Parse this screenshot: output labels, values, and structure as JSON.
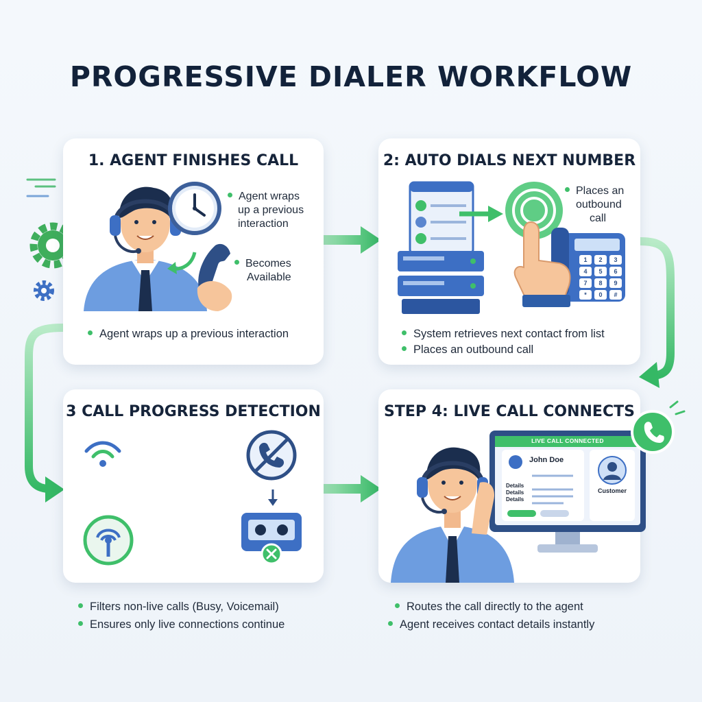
{
  "title": "PROGRESSIVE DIALER WORKFLOW",
  "steps": [
    {
      "title": "1. AGENT FINISHES CALL",
      "side_notes": [
        "Agent wraps",
        "up a previous",
        "interaction",
        "Becomes",
        "Available"
      ],
      "bullets": [
        "Agent wraps up a previous interaction"
      ]
    },
    {
      "title": "2: AUTO DIALS NEXT NUMBER",
      "side_notes": [
        "Places an",
        "outbound",
        "call"
      ],
      "keypad": [
        "1",
        "2",
        "3",
        "4",
        "5",
        "6",
        "7",
        "8",
        "9",
        "*",
        "0",
        "#"
      ],
      "bullets": [
        "System retrieves next contact from list",
        "Places an outbound call"
      ]
    },
    {
      "title": "3 CALL PROGRESS DETECTION",
      "bullets": [
        "Filters non-live calls (Busy, Voicemail)",
        "Ensures only live connections continue"
      ]
    },
    {
      "title": "STEP 4: LIVE CALL CONNECTS",
      "screen": {
        "banner": "LIVE CALL CONNECTED",
        "contact_name": "John Doe",
        "details_labels": [
          "Details",
          "Details",
          "Details"
        ],
        "customer_label": "Customer"
      },
      "bullets": [
        "Routes the call directly to the agent",
        "Agent receives contact details instantly"
      ]
    }
  ],
  "colors": {
    "accent_green": "#3fbf6a",
    "accent_blue": "#3d6fc4",
    "title": "#12223a"
  }
}
